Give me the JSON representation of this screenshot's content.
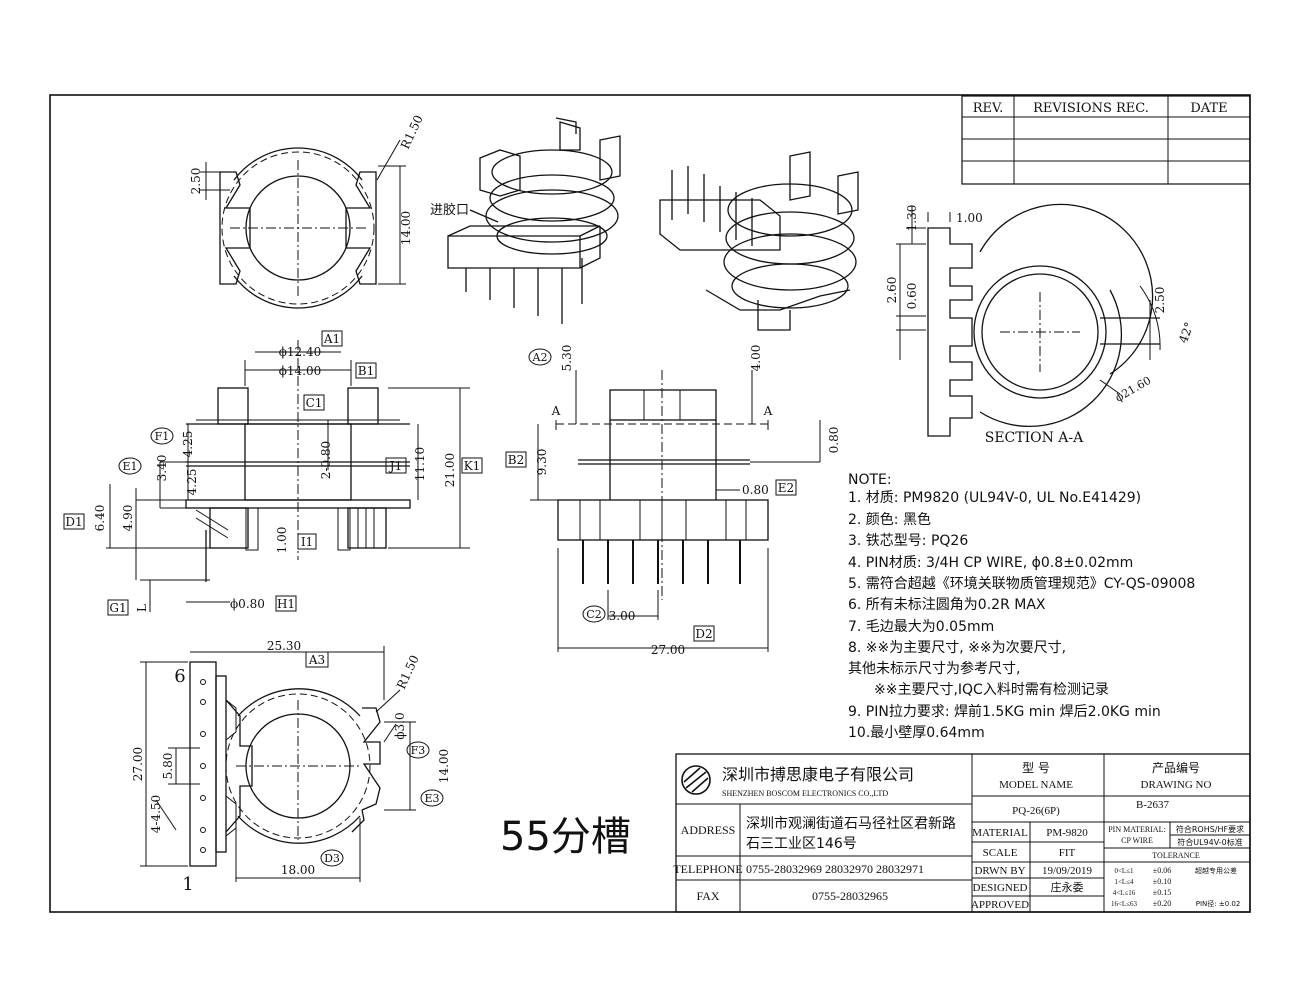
{
  "revision_table": {
    "headers": [
      "REV.",
      "REVISIONS REC.",
      "DATE"
    ]
  },
  "labels": {
    "gate_label": "进胶口",
    "section_label": "SECTION A-A",
    "slot_note": "55分槽",
    "pin_first": "1",
    "pin_last": "6"
  },
  "top_view_dims": {
    "r150": "R1.50",
    "d250": "2.50",
    "d1400": "14.00"
  },
  "front_view_dims": {
    "A1": "A1",
    "B1": "B1",
    "C1": "C1",
    "D1": "D1",
    "E1": "E1",
    "F1": "F1",
    "G1": "G1",
    "H1": "H1",
    "I1": "I1",
    "J1": "J1",
    "K1": "K1",
    "phi1240": "ϕ12.40",
    "phi1400": "ϕ14.00",
    "d425a": "4.25",
    "d340": "3.40",
    "d425b": "4.25",
    "d640": "6.40",
    "d490": "4.90",
    "d2080": "2-0.80",
    "d100": "1.00",
    "d1110": "11.10",
    "d2100": "21.00",
    "phi080": "ϕ0.80",
    "L": "L"
  },
  "side_view_dims": {
    "A2": "A2",
    "B2": "B2",
    "C2": "C2",
    "D2": "D2",
    "E2": "E2",
    "d530": "5.30",
    "d400": "4.00",
    "d930": "9.30",
    "d080a": "0.80",
    "d080b": "0.80",
    "d300": "3.00",
    "d2700": "27.00",
    "A": "A"
  },
  "section_dims": {
    "d100": "1.00",
    "d130": "1.30",
    "d260": "2.60",
    "d060": "0.60",
    "d250": "2.50",
    "deg42": "42°",
    "phi2160": "ϕ21.60"
  },
  "bottom_view_dims": {
    "A3": "A3",
    "D3": "D3",
    "E3": "E3",
    "F3": "F3",
    "d2530": "25.30",
    "d2700": "27.00",
    "d580": "5.80",
    "d4450": "4-4.50",
    "r150": "R1.50",
    "phi30": "ϕ3.0",
    "d1400": "14.00",
    "d1800": "18.00"
  },
  "notes": {
    "title": "NOTE:",
    "items": [
      "1. 材质: PM9820  (UL94V-0, UL No.E41429)",
      "2. 颜色: 黑色",
      "3. 铁芯型号: PQ26",
      "4. PIN材质: 3/4H CP WIRE, ϕ0.8±0.02mm",
      "5. 需符合超越《环境关联物质管理规范》CY-QS-09008",
      "6. 所有未标注圆角为0.2R MAX",
      "7. 毛边最大为0.05mm",
      "8. ※※为主要尺寸, ※※为次要尺寸,",
      "其他未标示尺寸为参考尺寸,",
      "※※主要尺寸,IQC入料时需有检测记录",
      "9. PIN拉力要求: 焊前1.5KG min 焊后2.0KG min",
      "10.最小壁厚0.64mm"
    ]
  },
  "title_block": {
    "company_cn": "深圳市搏思康电子有限公司",
    "company_en": "SHENZHEN BOSCOM ELECTRONICS CO.,LTD",
    "address_label": "ADDRESS",
    "address_line1": "深圳市观澜街道石马径社区君新路",
    "address_line2": "石三工业区146号",
    "telephone_label": "TELEPHONE",
    "telephone": "0755-28032969 28032970 28032971",
    "fax_label": "FAX",
    "fax": "0755-28032965",
    "model_label_cn": "型    号",
    "model_label_en": "MODEL NAME",
    "model": "PQ-26(6P)",
    "drawing_label_cn": "产品编号",
    "drawing_label_en": "DRAWING NO",
    "drawing_no": "B-2637",
    "material_label": "MATERIAL",
    "material": "PM-9820",
    "pin_material_label_1": "PIN MATERIAL:",
    "pin_material_label_2": "CP WIRE",
    "rohs_1": "符合ROHS/HF要求",
    "rohs_2": "符合UL94V-0标准",
    "scale_label": "SCALE",
    "scale": "FIT",
    "tolerance_label": "TOLERANCE",
    "drawn_label": "DRWN BY",
    "drawn_date": "19/09/2019",
    "designed_label": "DESIGNED",
    "designer": "庄永委",
    "approved_label": "APPROVED",
    "tol_rows": [
      [
        "0<L≤1",
        "±0.06",
        "超越专用公差"
      ],
      [
        "1<L≤4",
        "±0.10",
        ""
      ],
      [
        "4<L≤16",
        "±0.15",
        ""
      ],
      [
        "16<L≤63",
        "±0.20",
        "PIN径: ±0.02"
      ]
    ]
  }
}
